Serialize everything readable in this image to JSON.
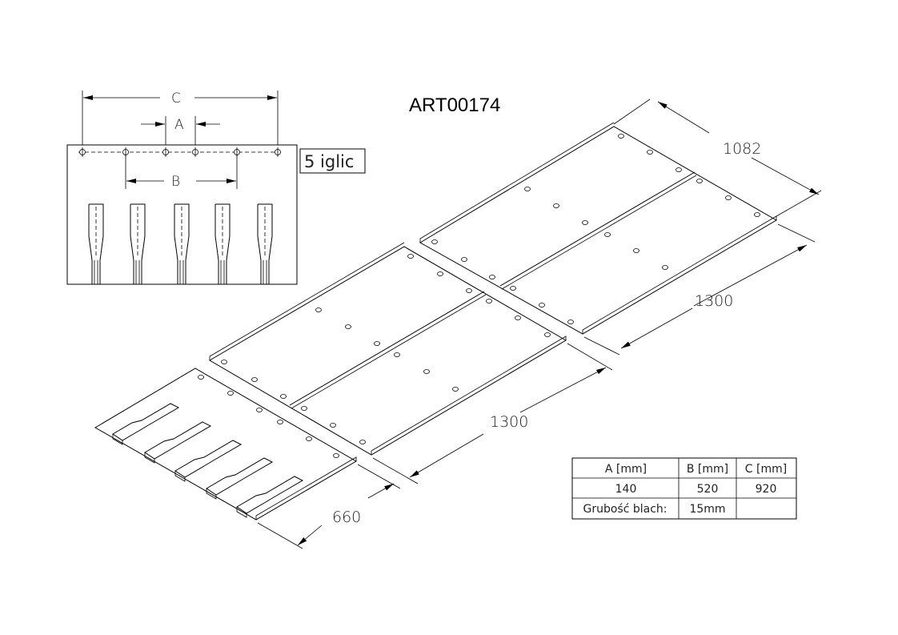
{
  "title": "ART00174",
  "detail": {
    "dim_a": "A",
    "dim_b": "B",
    "dim_c": "C",
    "needles_label": "5 iglic"
  },
  "dimensions": {
    "width_top": "1082",
    "length_top": "1300",
    "length_middle": "1300",
    "length_bottom": "660"
  },
  "table": {
    "header": [
      "A [mm]",
      "B [mm]",
      "C [mm]"
    ],
    "values": [
      "140",
      "520",
      "920"
    ],
    "thickness_label": "Grubość blach:",
    "thickness_value": "15mm"
  }
}
